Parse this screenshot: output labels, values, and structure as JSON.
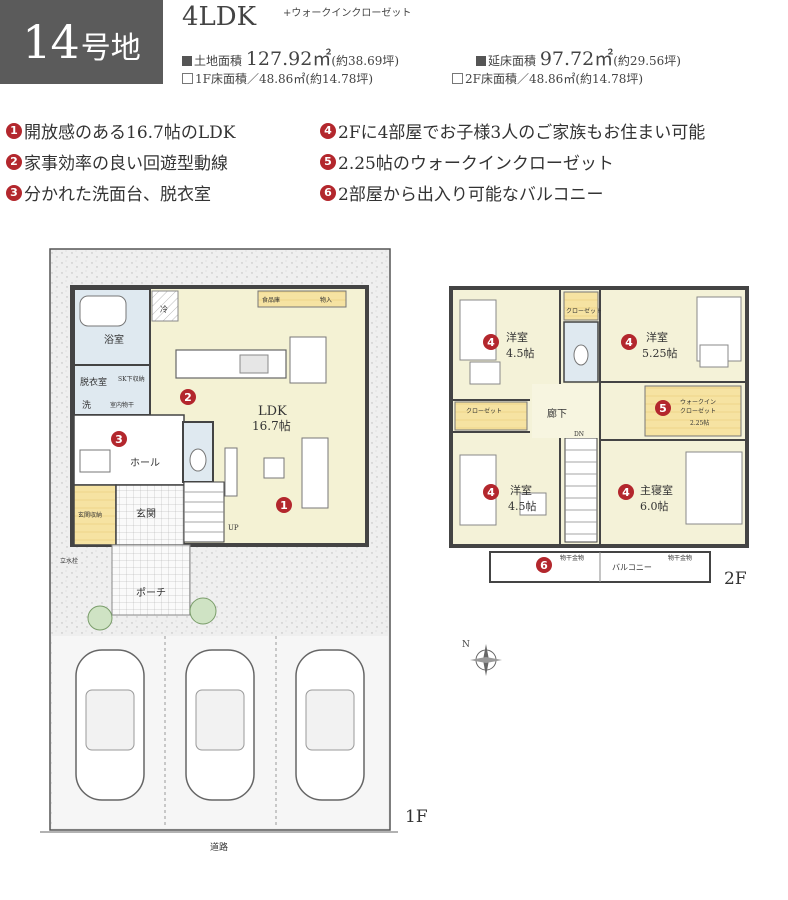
{
  "header": {
    "lot_number": "14",
    "lot_suffix": "号地",
    "plan_type": "4LDK",
    "plan_extra": "+ウォークインクローゼット",
    "land_area_label": "土地面積",
    "land_area_value": "127.92㎡",
    "land_area_tsubo": "(約38.69坪)",
    "floor_area_label": "延床面積",
    "floor_area_value": "97.72㎡",
    "floor_area_tsubo": "(約29.56坪)",
    "floor1_area": "1F床面積／48.86㎡(約14.78坪)",
    "floor2_area": "2F床面積／48.86㎡(約14.78坪)"
  },
  "features": [
    {
      "num": "1",
      "text": "開放感のある16.7帖のLDK"
    },
    {
      "num": "2",
      "text": "家事効率の良い回遊型動線"
    },
    {
      "num": "3",
      "text": "分かれた洗面台、脱衣室"
    },
    {
      "num": "4",
      "text": "2Fに4部屋でお子様3人のご家族もお住まい可能"
    },
    {
      "num": "5",
      "text": "2.25帖のウォークインクローゼット"
    },
    {
      "num": "6",
      "text": "2部屋から出入り可能なバルコニー"
    }
  ],
  "floor1": {
    "label": "1F",
    "road": "道路",
    "ldk_name": "LDK",
    "ldk_size": "16.7帖",
    "bath": "浴室",
    "washroom": "脱衣室",
    "wash": "洗",
    "sk": "SK下収納",
    "indoor_dry": "室内物干",
    "hall": "ホール",
    "entrance": "玄関",
    "shoe_storage": "玄関収納",
    "porch": "ポーチ",
    "pantry": "食品庫",
    "shelf": "物入",
    "up": "UP",
    "faucet": "立水栓",
    "fridge": "冷"
  },
  "floor2": {
    "label": "2F",
    "room_tl_name": "洋室",
    "room_tl_size": "4.5帖",
    "room_tr_name": "洋室",
    "room_tr_size": "5.25帖",
    "room_bl_name": "洋室",
    "room_bl_size": "4.5帖",
    "master_name": "主寝室",
    "master_size": "6.0帖",
    "corridor": "廊下",
    "wic_name": "ウォークイン",
    "wic_name2": "クローゼット",
    "wic_size": "2.25帖",
    "closet": "クローゼット",
    "dn": "DN",
    "balcony": "バルコニー",
    "hanger": "物干金物"
  },
  "markers": [
    "1",
    "2",
    "3",
    "4",
    "5",
    "6"
  ],
  "compass_label": "N",
  "colors": {
    "badge": "#5b5b5b",
    "marker": "#b3272d",
    "floor": "#f4f2d8",
    "wood": "#f7e6a8",
    "wet": "#dfe9f0",
    "wall": "#444444",
    "gravel": "#eeeeee"
  }
}
